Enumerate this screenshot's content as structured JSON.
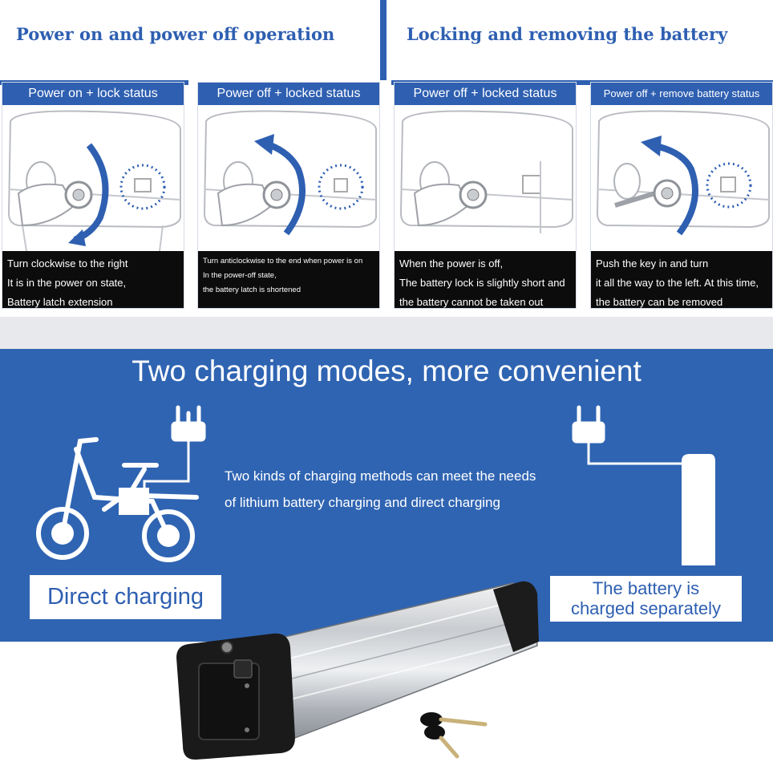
{
  "sections": {
    "left_title": "Power on and power off operation",
    "right_title": "Locking and removing the battery"
  },
  "panels": [
    {
      "header": "Power on + lock status",
      "lines": [
        "Turn clockwise to the right",
        "It is in the power on state,",
        "Battery latch extension"
      ]
    },
    {
      "header": "Power off + locked status",
      "lines": [
        "Turn anticlockwise to the end when power is on",
        "In the power-off state,",
        "the battery latch is shortened"
      ]
    },
    {
      "header": "Power off + locked status",
      "lines": [
        "When the power is off,",
        "The battery lock is slightly short and",
        "the battery cannot be taken out"
      ]
    },
    {
      "header": "Power off + remove battery status",
      "lines": [
        "Push the key in and turn",
        "it all the way to the left. At this time,",
        "the battery can be removed"
      ]
    }
  ],
  "charging": {
    "title": "Two charging modes, more convenient",
    "desc_line1": "Two kinds of charging methods can meet the needs",
    "desc_line2": "of lithium battery charging and direct charging",
    "direct_label": "Direct charging",
    "separate_line1": "The battery is",
    "separate_line2": "charged separately"
  },
  "colors": {
    "accent": "#2e5fb1",
    "section_bg": "#2f64b2",
    "caption_bg": "#0c0c0c"
  }
}
